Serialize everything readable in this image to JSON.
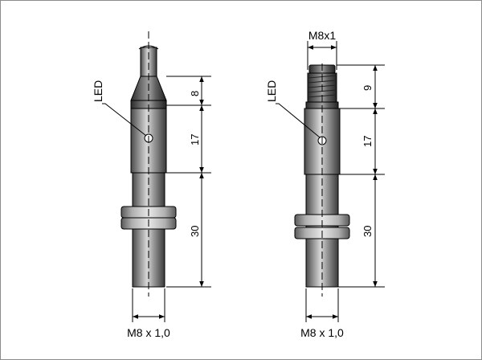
{
  "left_sensor": {
    "led_label": "LED",
    "dimensions": [
      "8",
      "17",
      "30"
    ],
    "thread_label": "M8 x 1,0"
  },
  "right_sensor": {
    "top_thread_label": "M8x1",
    "led_label": "LED",
    "dimensions": [
      "9",
      "17",
      "30"
    ],
    "thread_label": "M8 x 1,0"
  },
  "colors": {
    "body": "#808080",
    "body_light": "#c8c8c8",
    "body_dark": "#3c3c3c",
    "line": "#000000"
  }
}
